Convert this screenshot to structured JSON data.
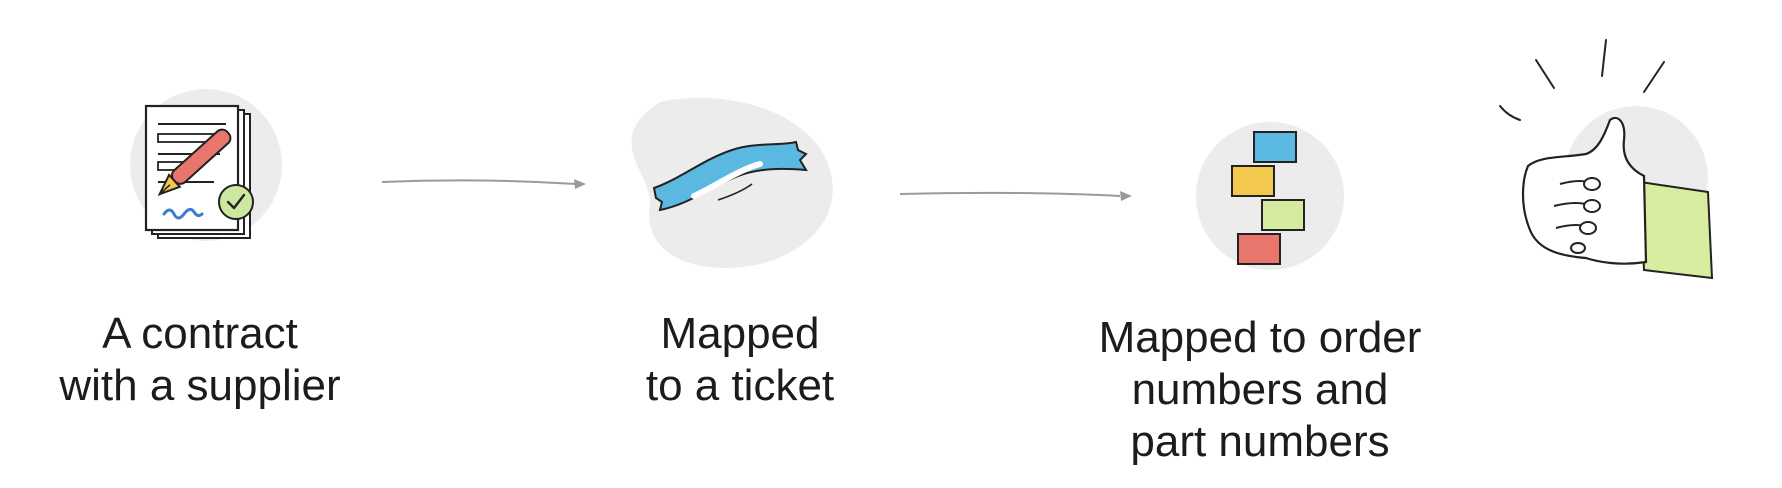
{
  "steps": [
    {
      "icon": "contract-signing-icon",
      "label_lines": [
        "A contract",
        "with a supplier"
      ]
    },
    {
      "icon": "ticket-icon",
      "label_lines": [
        "Mapped",
        "to a ticket"
      ]
    },
    {
      "icon": "stacked-blocks-icon",
      "label_lines": [
        "Mapped to order",
        "numbers and",
        "part numbers"
      ]
    },
    {
      "icon": "thumbs-up-icon",
      "label_lines": []
    }
  ],
  "colors": {
    "circle_bg": "#ececec",
    "arrow": "#9a9a9a",
    "ticket_blue": "#5bb8e0",
    "block_blue": "#5bb8e0",
    "block_yellow": "#f2c94c",
    "block_green": "#d6eaa0",
    "block_red": "#e8766d",
    "sleeve_green": "#d9eda0",
    "pen_red": "#e8766d",
    "check_green": "#cfe8a0",
    "ink_blue": "#3b7bd4"
  }
}
